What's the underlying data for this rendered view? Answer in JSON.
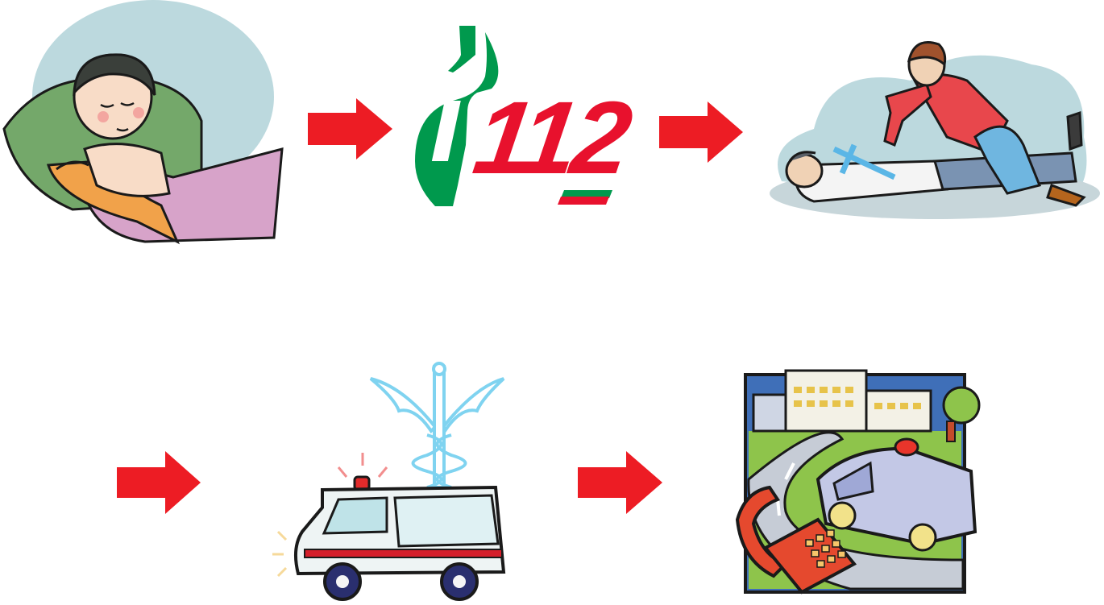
{
  "flow": {
    "steps": [
      {
        "id": "injured-child",
        "icon": "injured-child-illustration"
      },
      {
        "id": "emergency-call",
        "icon": "phone-112-icon",
        "text": "112"
      },
      {
        "id": "first-aid",
        "icon": "first-aid-illustration"
      },
      {
        "id": "ambulance",
        "icon": "ambulance-caduceus-illustration"
      },
      {
        "id": "hospital",
        "icon": "hospital-illustration"
      }
    ],
    "arrows": [
      "arrow-right-icon",
      "arrow-right-icon",
      "arrow-right-icon",
      "arrow-right-icon"
    ]
  },
  "colors": {
    "arrow": "#ed1c24",
    "phone_green": "#00994d",
    "number_red": "#e8112d",
    "sky": "#bcd9de",
    "ambulance_stripe": "#d51f2b",
    "caduceus": "#7fd3f0"
  }
}
